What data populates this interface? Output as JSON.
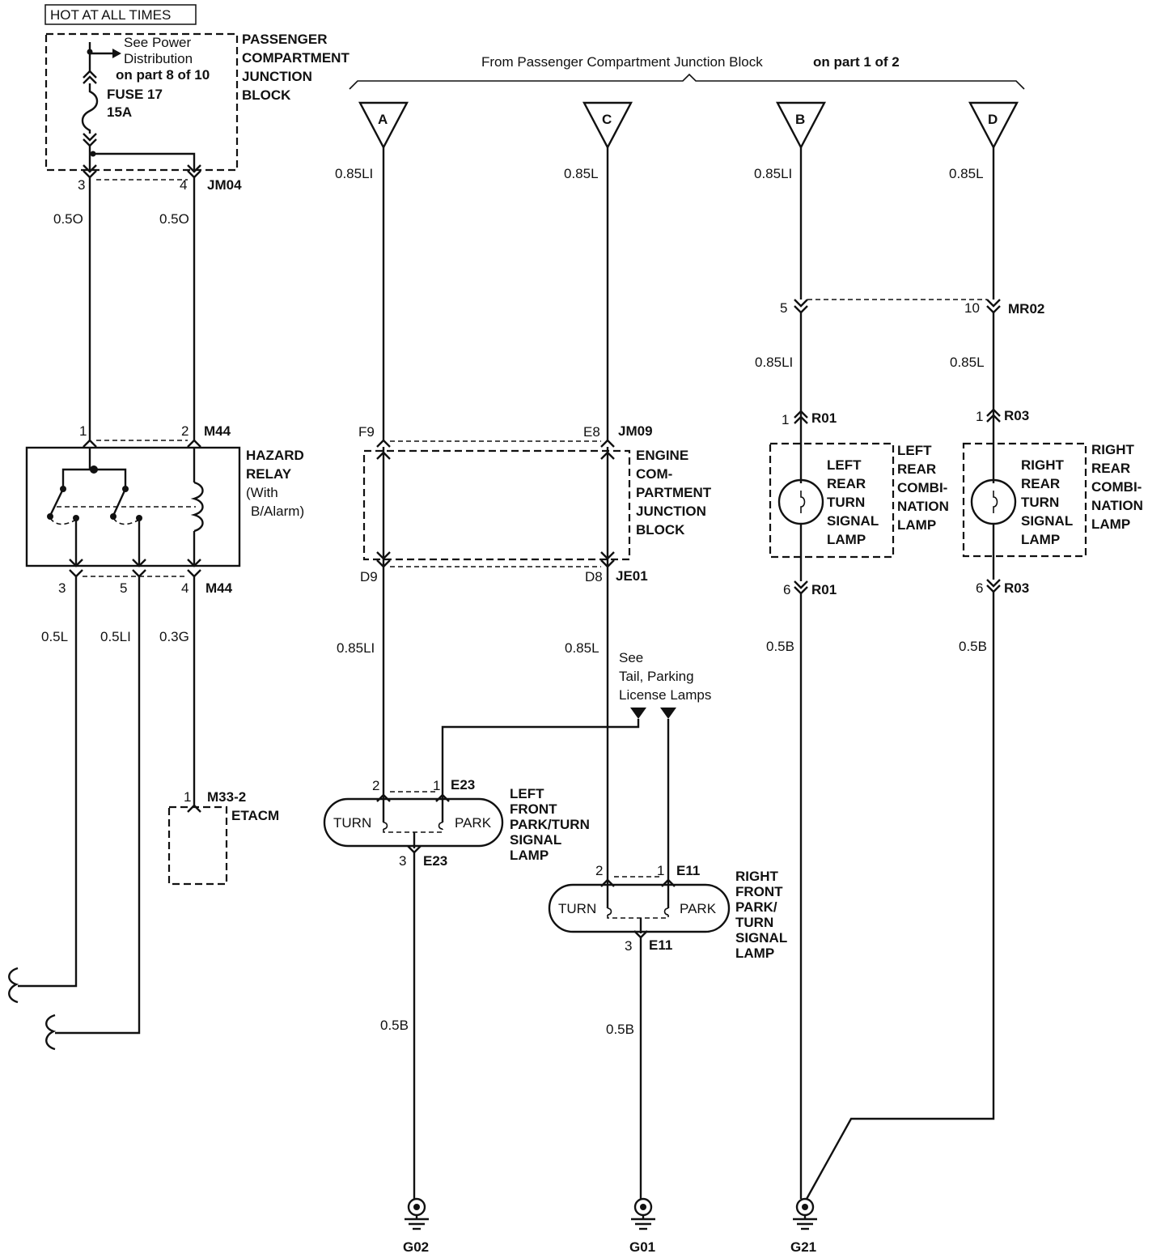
{
  "header": {
    "hot_label": "HOT AT ALL TIMES",
    "from_label": "From Passenger Compartment Junction Block",
    "from_part": "on part 1 of 2"
  },
  "fuse_block": {
    "see_line1": "See Power",
    "see_line2": "Distribution",
    "see_line3": "on part 8 of 10",
    "fuse_name": "FUSE 17",
    "fuse_rating": "15A",
    "name_lines": [
      "PASSENGER",
      "COMPARTMENT",
      "JUNCTION",
      "BLOCK"
    ],
    "pin_left": "3",
    "pin_right": "4",
    "connector": "JM04"
  },
  "wires": {
    "w_05o_a": "0.5O",
    "w_05o_b": "0.5O",
    "w_085li_a": "0.85LI",
    "w_085l_c": "0.85L",
    "w_085li_b": "0.85LI",
    "w_085l_d": "0.85L",
    "w_085li_r01": "0.85LI",
    "w_085l_r03": "0.85L",
    "w_05l": "0.5L",
    "w_05li": "0.5LI",
    "w_03g": "0.3G",
    "w_085li_d9": "0.85LI",
    "w_085l_d8": "0.85L",
    "w_05b_r01": "0.5B",
    "w_05b_r03": "0.5B",
    "w_05b_e23": "0.5B",
    "w_05b_e11": "0.5B"
  },
  "hazard_relay": {
    "pin1": "1",
    "pin2": "2",
    "conn_top": "M44",
    "name1": "HAZARD",
    "name2": "RELAY",
    "name3": "(With",
    "name4": "B/Alarm)",
    "pin3": "3",
    "pin5": "5",
    "pin4": "4",
    "conn_bottom": "M44"
  },
  "etacm": {
    "pin": "1",
    "connector": "M33-2",
    "name": "ETACM"
  },
  "terminals": {
    "a": "A",
    "c": "C",
    "b": "B",
    "d": "D"
  },
  "mr02": {
    "pin5": "5",
    "pin10": "10",
    "connector": "MR02"
  },
  "engine_block": {
    "pin_f9": "F9",
    "pin_e8": "E8",
    "conn_top": "JM09",
    "name_lines": [
      "ENGINE",
      "COM-",
      "PARTMENT",
      "JUNCTION",
      "BLOCK"
    ],
    "pin_d9": "D9",
    "pin_d8": "D8",
    "conn_bottom": "JE01"
  },
  "left_rear": {
    "pin_top": "1",
    "conn_top": "R01",
    "inner": [
      "LEFT",
      "REAR",
      "TURN",
      "SIGNAL",
      "LAMP"
    ],
    "outer": [
      "LEFT",
      "REAR",
      "COMBI-",
      "NATION",
      "LAMP"
    ],
    "pin_bottom": "6",
    "conn_bottom": "R01"
  },
  "right_rear": {
    "pin_top": "1",
    "conn_top": "R03",
    "inner": [
      "RIGHT",
      "REAR",
      "TURN",
      "SIGNAL",
      "LAMP"
    ],
    "outer": [
      "RIGHT",
      "REAR",
      "COMBI-",
      "NATION",
      "LAMP"
    ],
    "pin_bottom": "6",
    "conn_bottom": "R03"
  },
  "see_tail": {
    "line1": "See",
    "line2": "Tail, Parking",
    "line3": "License Lamps"
  },
  "left_front": {
    "pin2": "2",
    "pin1": "1",
    "conn_top": "E23",
    "turn": "TURN",
    "park": "PARK",
    "name": [
      "LEFT",
      "FRONT",
      "PARK/TURN",
      "SIGNAL",
      "LAMP"
    ],
    "pin3": "3",
    "conn_bottom": "E23"
  },
  "right_front": {
    "pin2": "2",
    "pin1": "1",
    "conn_top": "E11",
    "turn": "TURN",
    "park": "PARK",
    "name": [
      "RIGHT",
      "FRONT",
      "PARK/",
      "TURN",
      "SIGNAL",
      "LAMP"
    ],
    "pin3": "3",
    "conn_bottom": "E11"
  },
  "grounds": {
    "g02": "G02",
    "g01": "G01",
    "g21": "G21"
  }
}
